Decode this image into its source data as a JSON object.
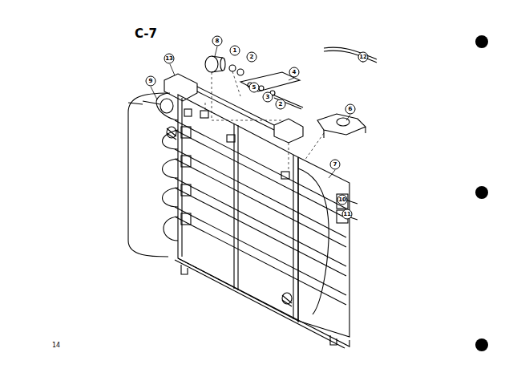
{
  "diagram": {
    "title": "C-7",
    "labels": [
      "13",
      "8",
      "1",
      "2",
      "12",
      "4",
      "9",
      "5",
      "3",
      "2",
      "6",
      "7",
      "10",
      "11",
      "14"
    ]
  }
}
